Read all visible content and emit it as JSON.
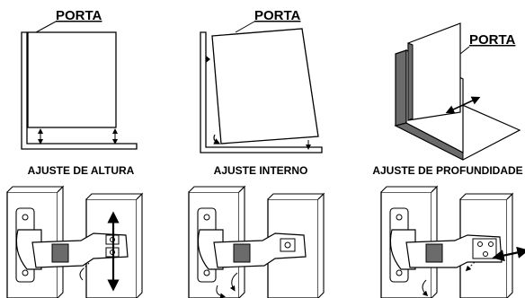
{
  "panels": [
    {
      "door_label": "PORTA",
      "caption": "AJUSTE DE ALTURA"
    },
    {
      "door_label": "PORTA",
      "caption": "AJUSTE INTERNO"
    },
    {
      "door_label": "PORTA",
      "caption": "AJUSTE DE PROFUNDIDADE"
    }
  ],
  "colors": {
    "line": "#000000",
    "background": "#ffffff",
    "shading": "#6b6b6b"
  }
}
